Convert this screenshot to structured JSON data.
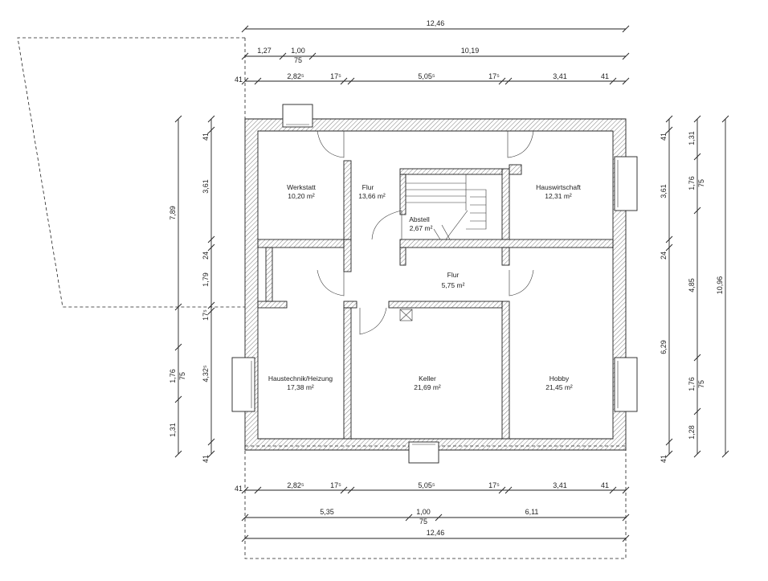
{
  "dimensions": {
    "top_total": "12,46",
    "top_row2_a": "1,27",
    "top_row2_b": "1,00",
    "top_row2_b_sub": "75",
    "top_row2_c": "10,19",
    "top_row3": [
      "41",
      "2,82⁵",
      "17⁵",
      "5,05⁵",
      "17⁵",
      "3,41",
      "41"
    ],
    "bottom_row1": [
      "41",
      "2,82⁵",
      "17⁵",
      "5,05⁵",
      "17⁵",
      "3,41",
      "41"
    ],
    "bottom_row2_a": "5,35",
    "bottom_row2_b": "1,00",
    "bottom_row2_b_sub": "75",
    "bottom_row2_c": "6,11",
    "bottom_total": "12,46",
    "left_outer": "7,89",
    "left_lower_a": "1,76",
    "left_lower_a_sub": "75",
    "left_lower_b": "1,31",
    "left_inner": [
      "41",
      "3,61",
      "24",
      "1,79",
      "17⁵",
      "4,32⁵",
      "41"
    ],
    "right_inner": [
      "41",
      "3,61",
      "24",
      "6,29",
      "41"
    ],
    "right_mid": [
      "1,31",
      "1,76",
      "75",
      "4,85",
      "1,76",
      "75",
      "1,28"
    ],
    "right_outer": "10,96"
  },
  "rooms": [
    {
      "name": "Werkstatt",
      "area": "10,20 m²"
    },
    {
      "name": "Flur",
      "area": "13,66 m²"
    },
    {
      "name": "Abstell",
      "area": "2,67 m²"
    },
    {
      "name": "Hauswirtschaft",
      "area": "12,31 m²"
    },
    {
      "name": "Flur",
      "area": "5,75 m²"
    },
    {
      "name": "Haustechnik/Heizung",
      "area": "17,38 m²"
    },
    {
      "name": "Keller",
      "area": "21,69 m²"
    },
    {
      "name": "Hobby",
      "area": "21,45 m²"
    }
  ]
}
